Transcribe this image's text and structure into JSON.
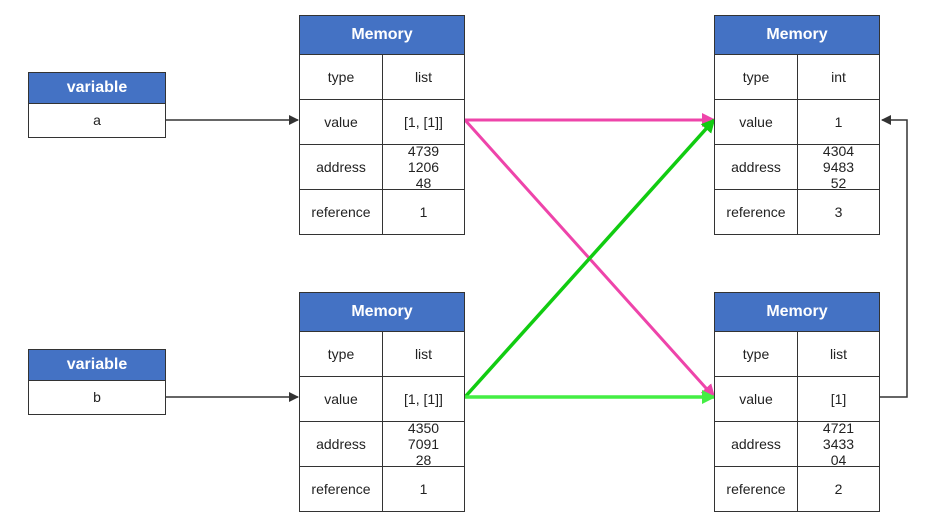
{
  "variables": [
    {
      "header": "variable",
      "name": "a"
    },
    {
      "header": "variable",
      "name": "b"
    }
  ],
  "memory_blocks": [
    {
      "header": "Memory",
      "rows": [
        {
          "key": "type",
          "value": "list"
        },
        {
          "key": "value",
          "value": "[1, [1]]"
        },
        {
          "key": "address",
          "value": "4739120648"
        },
        {
          "key": "reference",
          "value": "1"
        }
      ]
    },
    {
      "header": "Memory",
      "rows": [
        {
          "key": "type",
          "value": "list"
        },
        {
          "key": "value",
          "value": "[1, [1]]"
        },
        {
          "key": "address",
          "value": "4350709128"
        },
        {
          "key": "reference",
          "value": "1"
        }
      ]
    },
    {
      "header": "Memory",
      "rows": [
        {
          "key": "type",
          "value": "int"
        },
        {
          "key": "value",
          "value": "1"
        },
        {
          "key": "address",
          "value": "4304948352"
        },
        {
          "key": "reference",
          "value": "3"
        }
      ]
    },
    {
      "header": "Memory",
      "rows": [
        {
          "key": "type",
          "value": "list"
        },
        {
          "key": "value",
          "value": "[1]"
        },
        {
          "key": "address",
          "value": "4721343304"
        },
        {
          "key": "reference",
          "value": "2"
        }
      ]
    }
  ],
  "colors": {
    "header": "#4472c4",
    "pink_arrow": "#ee44aa",
    "dark_green_arrow": "#11cc11",
    "light_green_arrow": "#44ee44",
    "dark_arrow": "#333333"
  }
}
